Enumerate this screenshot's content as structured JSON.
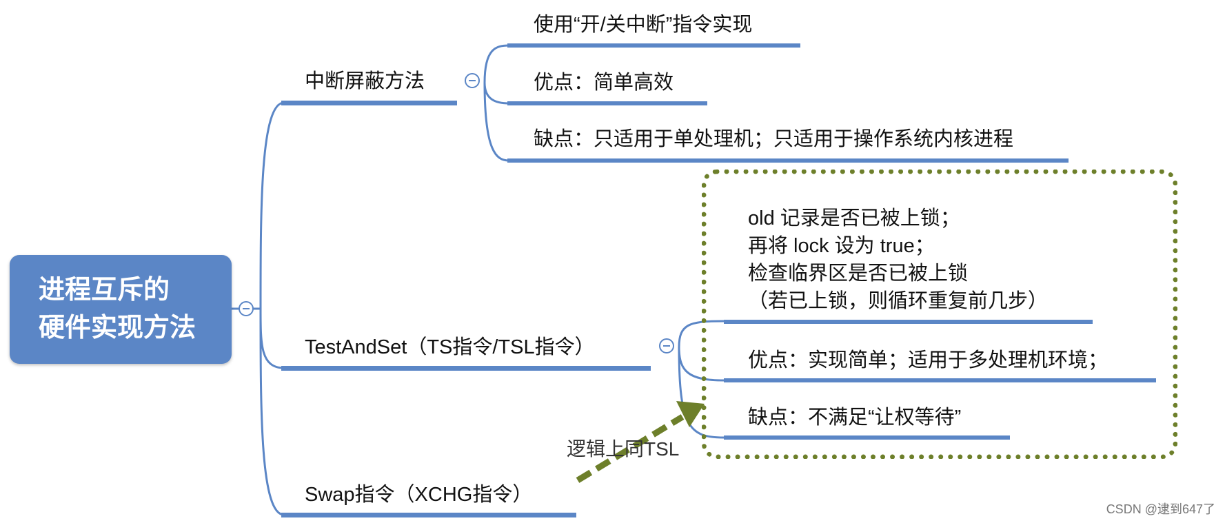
{
  "root": {
    "line1": "进程互斥的",
    "line2": "硬件实现方法"
  },
  "branches": [
    {
      "label": "中断屏蔽方法",
      "children": [
        "使用“开/关中断”指令实现",
        "优点：简单高效",
        "缺点：只适用于单处理机；只适用于操作系统内核进程"
      ]
    },
    {
      "label": "TestAndSet（TS指令/TSL指令）",
      "children": [
        "优点：实现简单；适用于多处理机环境；",
        "缺点：不满足“让权等待”"
      ],
      "note_lines": [
        "old 记录是否已被上锁；",
        "再将 lock 设为 true；",
        "检查临界区是否已被上锁",
        "（若已上锁，则循环重复前几步）"
      ]
    },
    {
      "label": "Swap指令（XCHG指令）",
      "children": []
    }
  ],
  "annotation": {
    "text": "逻辑上同TSL"
  },
  "watermark": "CSDN @逮到647了",
  "colors": {
    "line": "#5b86c6",
    "root_bg": "#5b86c6",
    "dotted_box": "#6d7f2a",
    "arrow": "#6d7f2a"
  }
}
